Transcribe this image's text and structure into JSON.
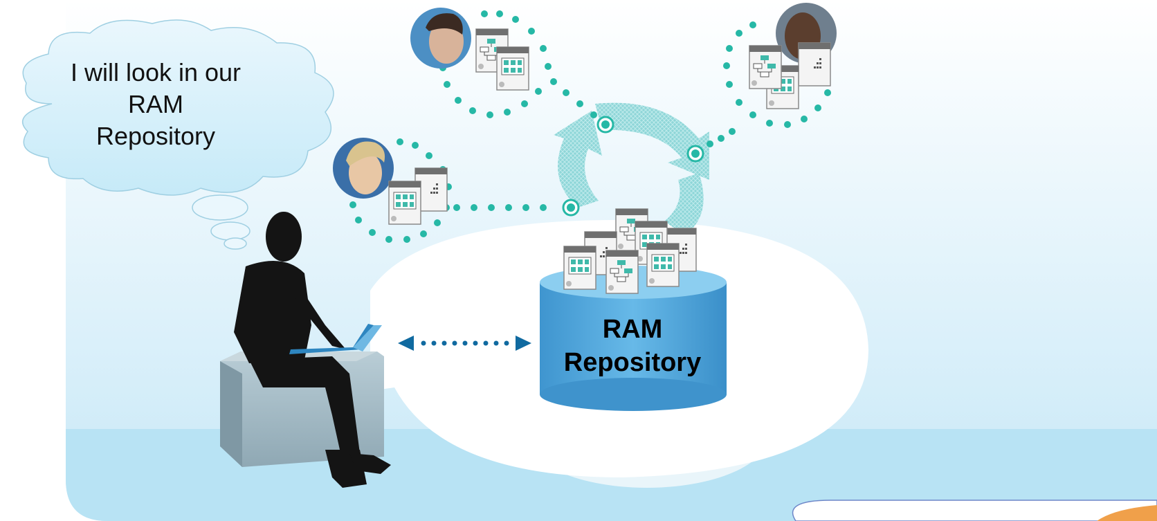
{
  "thought_bubble": {
    "line1": "I will look in our",
    "line2": "RAM",
    "line3": "Repository"
  },
  "repository": {
    "line1": "RAM",
    "line2": "Repository"
  },
  "colors": {
    "background_top": "#ffffff",
    "background_bottom": "#c7e8f7",
    "floor": "#b8e3f4",
    "dot_teal": "#26b8a6",
    "cylinder_body": "#5aaee0",
    "cylinder_top": "#8ecff0",
    "arrow_blue": "#106aa0",
    "silhouette": "#141414"
  },
  "icons": {
    "person": "silhouette-laptop-icon",
    "repository": "database-cylinder-icon",
    "document": "document-icon",
    "cycle": "circular-arrows-icon",
    "arrow": "bidirectional-arrow-icon"
  }
}
